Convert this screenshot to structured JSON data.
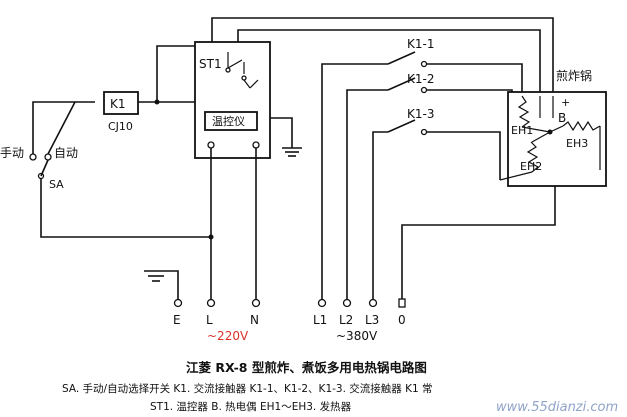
{
  "diagram": {
    "labels": {
      "manual": "手动",
      "auto": "自动",
      "sa": "SA",
      "k1": "K1",
      "cj10": "CJ10",
      "st1": "ST1",
      "thermostat": "温控仪",
      "k1_1": "K1-1",
      "k1_2": "K1-2",
      "k1_3": "K1-3",
      "pan": "煎炸锅",
      "plus": "+",
      "b": "B",
      "eh1": "EH1",
      "eh2": "EH2",
      "eh3": "EH3",
      "e": "E",
      "l": "L",
      "n": "N",
      "v220": "~220V",
      "l1": "L1",
      "l2": "L2",
      "l3": "L3",
      "zero": "0",
      "v380": "~380V"
    },
    "caption": {
      "title": "江菱 RX-8 型煎炸、煮饭多用电热锅电路图",
      "legend_line1": "SA. 手动/自动选择开关   K1. 交流接触器   K1-1、K1-2、K1-3. 交流接触器 K1 常",
      "legend_line2": "ST1. 温控器   B. 热电偶   EH1～EH3. 发热器"
    },
    "watermark": "www.55dianzi.com",
    "colors": {
      "red_label": "#d8322a",
      "watermark": "#8fa3c9"
    }
  }
}
